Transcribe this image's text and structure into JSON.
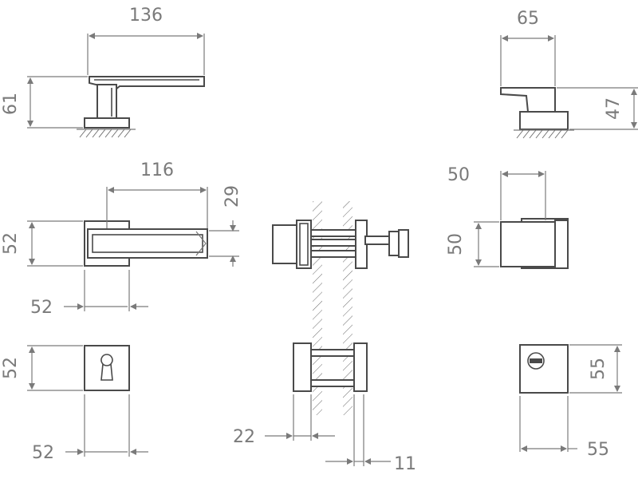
{
  "palette": {
    "line": "#7a7a7a",
    "part": "#4a4a4a"
  },
  "dimensions": {
    "lever_side_width": "136",
    "lever_side_height": "61",
    "knob_side_width": "65",
    "knob_side_height": "47",
    "lever_front_length": "116",
    "lever_front_grip": "29",
    "lever_rose_height": "52",
    "lever_rose_width": "52",
    "knob_front_width": "50",
    "knob_front_height": "50",
    "escutcheon_height": "52",
    "escutcheon_width": "52",
    "door_thickness_small": "22",
    "door_thickness_gap": "11",
    "turn_rose_height": "55",
    "turn_rose_width": "55"
  }
}
